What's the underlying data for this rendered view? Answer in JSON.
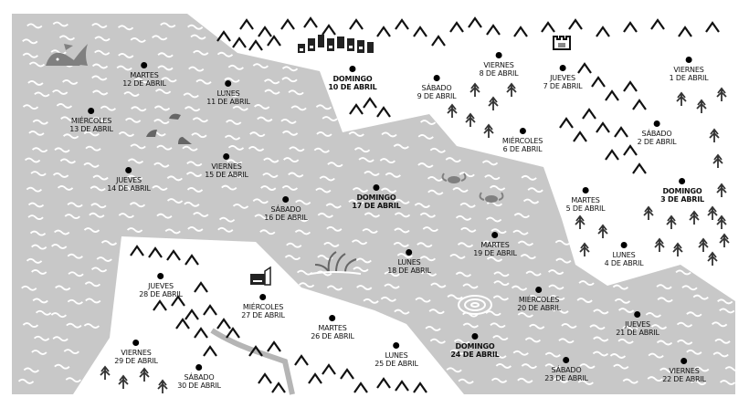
{
  "map": {
    "title": "Itinerario de abril",
    "colors": {
      "water": "#c8c8c8",
      "land": "#ffffff",
      "ink": "#111111",
      "icon": "#808080",
      "wave": "#ffffff"
    },
    "icons": [
      "whale-icon",
      "shark-fin-icon",
      "crab-icon",
      "castle-icon",
      "village-icon",
      "farmhouse-icon",
      "seaweed-icon",
      "whirlpool-icon",
      "mountain-icon",
      "pine-tree-icon",
      "river-icon"
    ],
    "stops": [
      {
        "day": "VIERNES",
        "date": "1 DE ABRIL"
      },
      {
        "day": "SÁBADO",
        "date": "2 DE ABRIL"
      },
      {
        "day": "DOMINGO",
        "date": "3 DE ABRIL",
        "bold": true
      },
      {
        "day": "LUNES",
        "date": "4 DE ABRIL"
      },
      {
        "day": "MARTES",
        "date": "5 DE ABRIL"
      },
      {
        "day": "MIÉRCOLES",
        "date": "6 DE ABRIL"
      },
      {
        "day": "JUEVES",
        "date": "7 DE ABRIL"
      },
      {
        "day": "VIERNES",
        "date": "8 DE ABRIL"
      },
      {
        "day": "SÁBADO",
        "date": "9 DE ABRIL"
      },
      {
        "day": "DOMINGO",
        "date": "10 DE ABRIL",
        "bold": true
      },
      {
        "day": "LUNES",
        "date": "11 DE ABRIL"
      },
      {
        "day": "MARTES",
        "date": "12 DE ABRIL"
      },
      {
        "day": "MIÉRCOLES",
        "date": "13 DE ABRIL"
      },
      {
        "day": "JUEVES",
        "date": "14 DE ABRIL"
      },
      {
        "day": "VIERNES",
        "date": "15 DE ABRIL"
      },
      {
        "day": "SÁBADO",
        "date": "16 DE ABRIL"
      },
      {
        "day": "DOMINGO",
        "date": "17 DE ABRIL",
        "bold": true
      },
      {
        "day": "LUNES",
        "date": "18 DE ABRIL"
      },
      {
        "day": "MARTES",
        "date": "19 DE ABRIL"
      },
      {
        "day": "MIÉRCOLES",
        "date": "20 DE ABRIL"
      },
      {
        "day": "JUEVES",
        "date": "21 DE ABRIL"
      },
      {
        "day": "VIERNES",
        "date": "22 DE ABRIL"
      },
      {
        "day": "SÁBADO",
        "date": "23 DE ABRIL"
      },
      {
        "day": "DOMINGO",
        "date": "24 DE ABRIL",
        "bold": true
      },
      {
        "day": "LUNES",
        "date": "25 DE ABRIL"
      },
      {
        "day": "MARTES",
        "date": "26 DE ABRIL"
      },
      {
        "day": "MIÉRCOLES",
        "date": "27 DE ABRIL"
      },
      {
        "day": "JUEVES",
        "date": "28 DE ABRIL"
      },
      {
        "day": "VIERNES",
        "date": "29 DE ABRIL"
      },
      {
        "day": "SÁBADO",
        "date": "30 DE ABRIL"
      }
    ]
  }
}
